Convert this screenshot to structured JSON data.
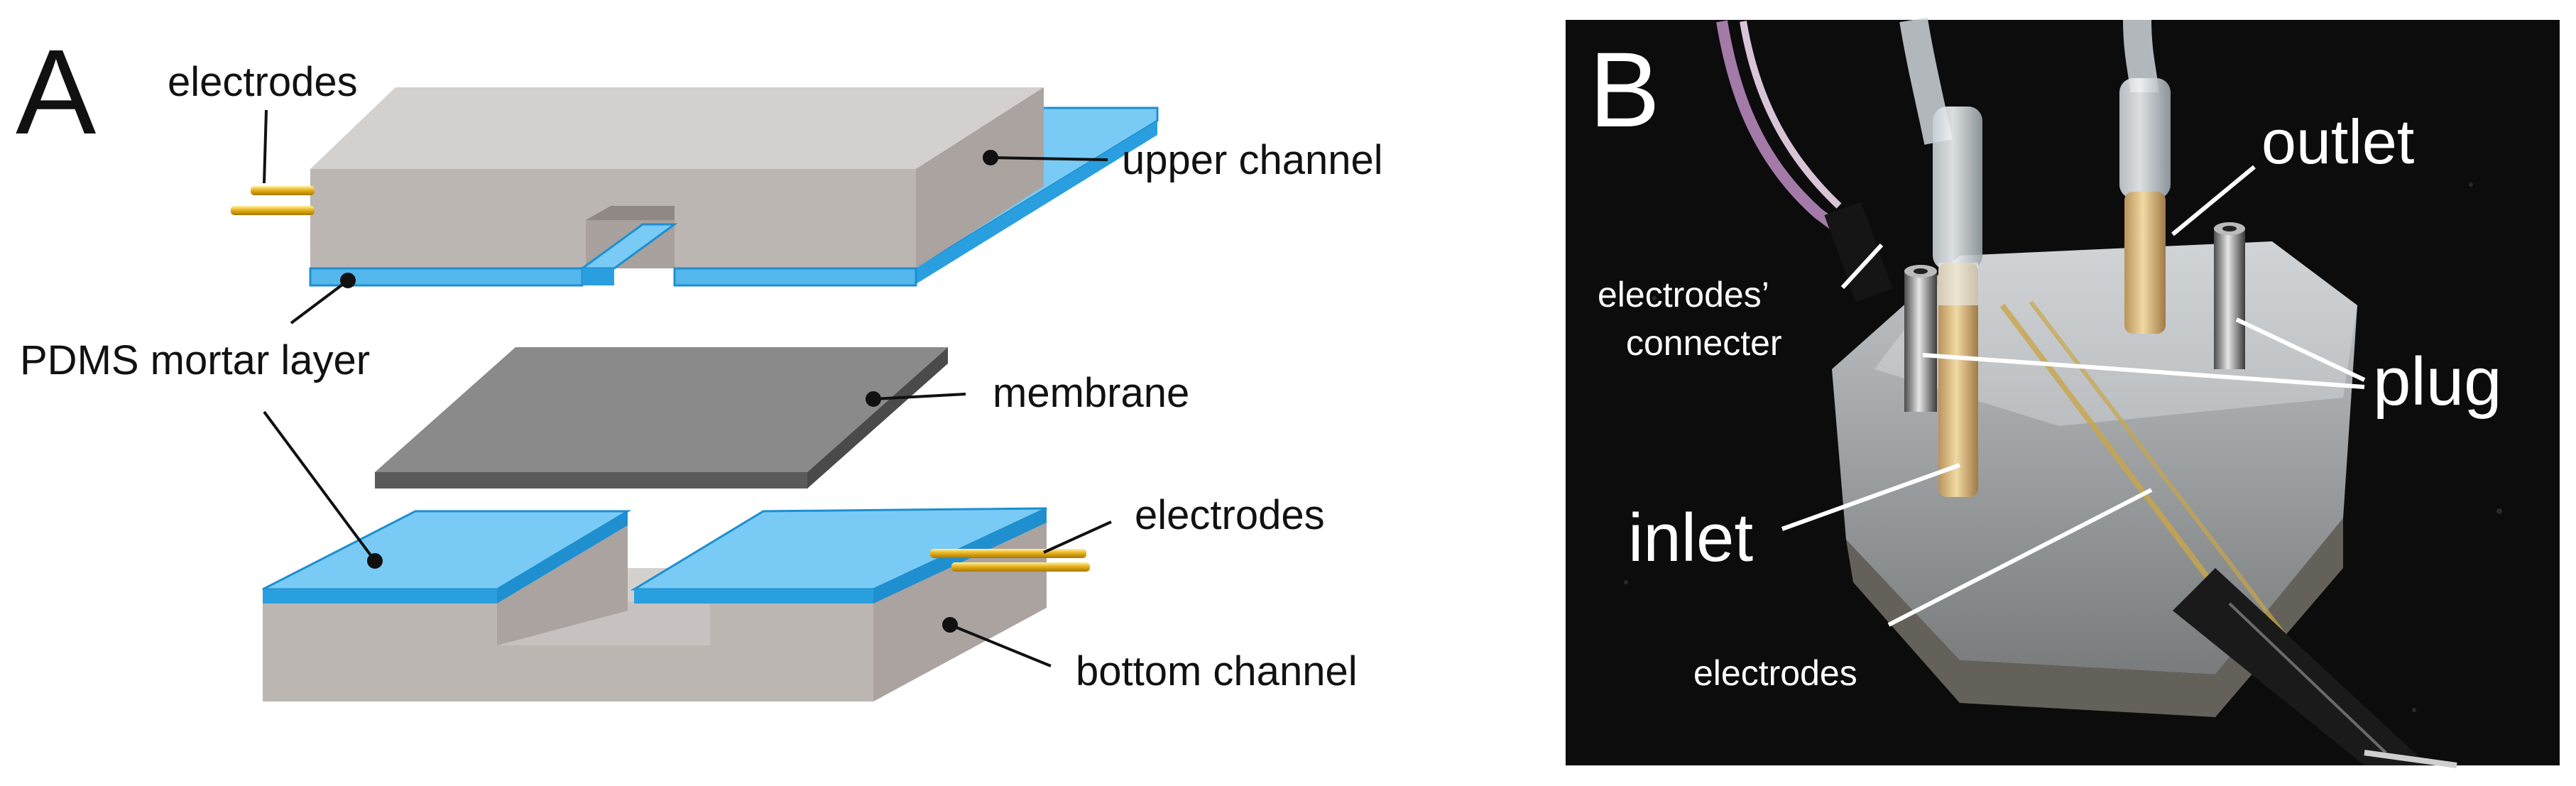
{
  "panel_a": {
    "letter": "A",
    "labels": {
      "electrodes_top": "electrodes",
      "upper_channel": "upper channel",
      "pdms_mortar_layer": "PDMS mortar layer",
      "membrane": "membrane",
      "electrodes_bottom": "electrodes",
      "bottom_channel": "bottom channel"
    }
  },
  "panel_b": {
    "letter": "B",
    "labels": {
      "outlet": "outlet",
      "electrodes_connecter_line1": "electrodes’",
      "electrodes_connecter_line2": "connecter",
      "plug": "plug",
      "inlet": "inlet",
      "electrodes": "electrodes"
    }
  },
  "colors": {
    "channel_top": "#d4d0ce",
    "channel_front": "#bcb6b3",
    "channel_side": "#aaa3a0",
    "pdms_top": "#79cbf5",
    "pdms_edge": "#2a9fe0",
    "membrane_top": "#8a8a8a",
    "membrane_edge": "#5a5a5a",
    "electrode_gold": "#e8b21c",
    "photo_background": "#0c0c0c"
  }
}
